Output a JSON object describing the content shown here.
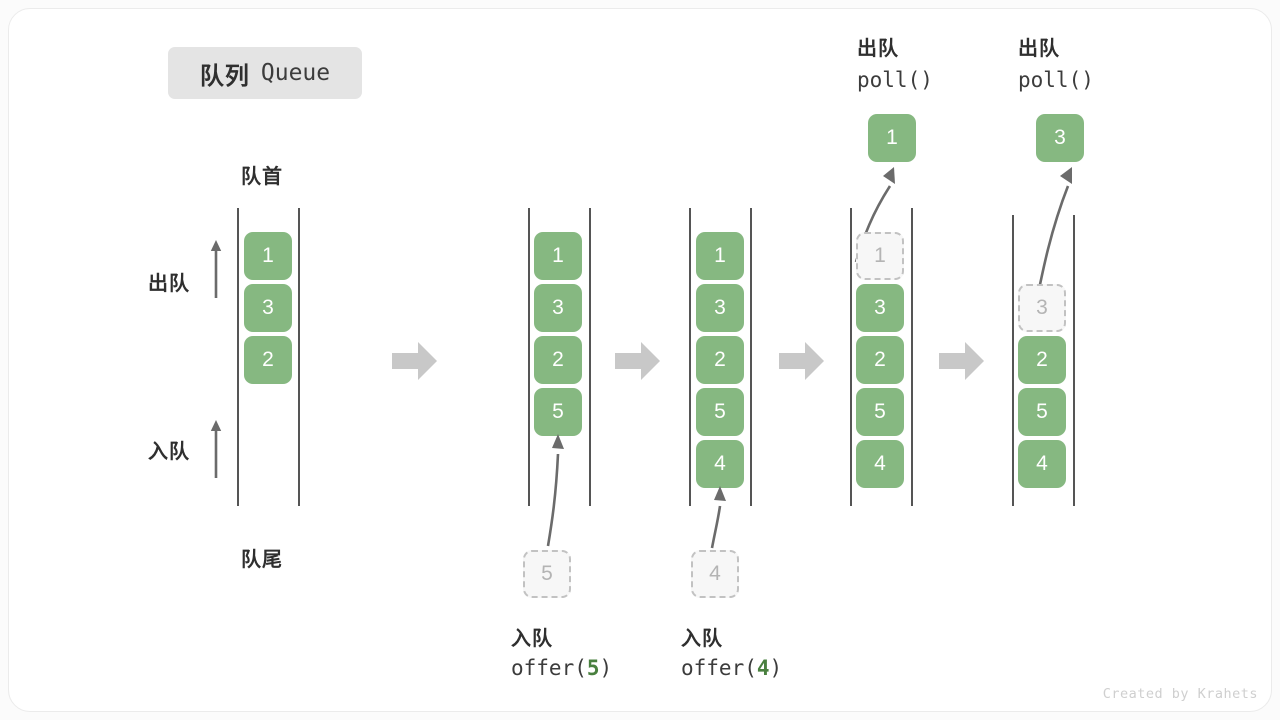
{
  "title": {
    "cn": "队列",
    "en": "Queue"
  },
  "colors": {
    "cell_green": "#86b881",
    "ghost_fill": "#f7f7f7",
    "ghost_border": "#c2c2c2",
    "ghost_text": "#b4b4b4",
    "rail": "#555555",
    "flow_arrow": "#c8c8c8",
    "motion_arrow": "#6b6b6b",
    "badge_bg": "#e4e4e4",
    "text_dark": "#2f2f2f",
    "highlight_green": "#49803f",
    "credit": "#cfcfcf"
  },
  "annotations": {
    "front": "队首",
    "rear": "队尾",
    "dequeue": "出队",
    "enqueue": "入队"
  },
  "snapshots": [
    {
      "id": "initial",
      "cells": [
        "1",
        "3",
        "2"
      ],
      "ghost_index": null,
      "top_label_cn": null,
      "top_label_code": null,
      "popped_value": null,
      "bottom_label_cn": null,
      "bottom_label_code": null,
      "bottom_ghost_value": null
    },
    {
      "id": "after-offer-5",
      "cells": [
        "1",
        "3",
        "2",
        "5"
      ],
      "ghost_index": null,
      "top_label_cn": null,
      "top_label_code": null,
      "popped_value": null,
      "bottom_label_cn": "入队",
      "bottom_label_code_prefix": "offer(",
      "bottom_label_code_arg": "5",
      "bottom_label_code_suffix": ")",
      "bottom_ghost_value": "5"
    },
    {
      "id": "after-offer-4",
      "cells": [
        "1",
        "3",
        "2",
        "5",
        "4"
      ],
      "ghost_index": null,
      "top_label_cn": null,
      "top_label_code": null,
      "popped_value": null,
      "bottom_label_cn": "入队",
      "bottom_label_code_prefix": "offer(",
      "bottom_label_code_arg": "4",
      "bottom_label_code_suffix": ")",
      "bottom_ghost_value": "4"
    },
    {
      "id": "poll-1",
      "cells": [
        "1",
        "3",
        "2",
        "5",
        "4"
      ],
      "ghost_index": 0,
      "top_label_cn": "出队",
      "top_label_code": "poll()",
      "popped_value": "1",
      "bottom_label_cn": null,
      "bottom_ghost_value": null
    },
    {
      "id": "poll-3",
      "cells": [
        "3",
        "2",
        "5",
        "4"
      ],
      "ghost_index": 0,
      "ghost_slot_offset": 1,
      "top_label_cn": "出队",
      "top_label_code": "poll()",
      "popped_value": "3",
      "bottom_label_cn": null,
      "bottom_ghost_value": null
    }
  ],
  "credit": "Created by Krahets"
}
